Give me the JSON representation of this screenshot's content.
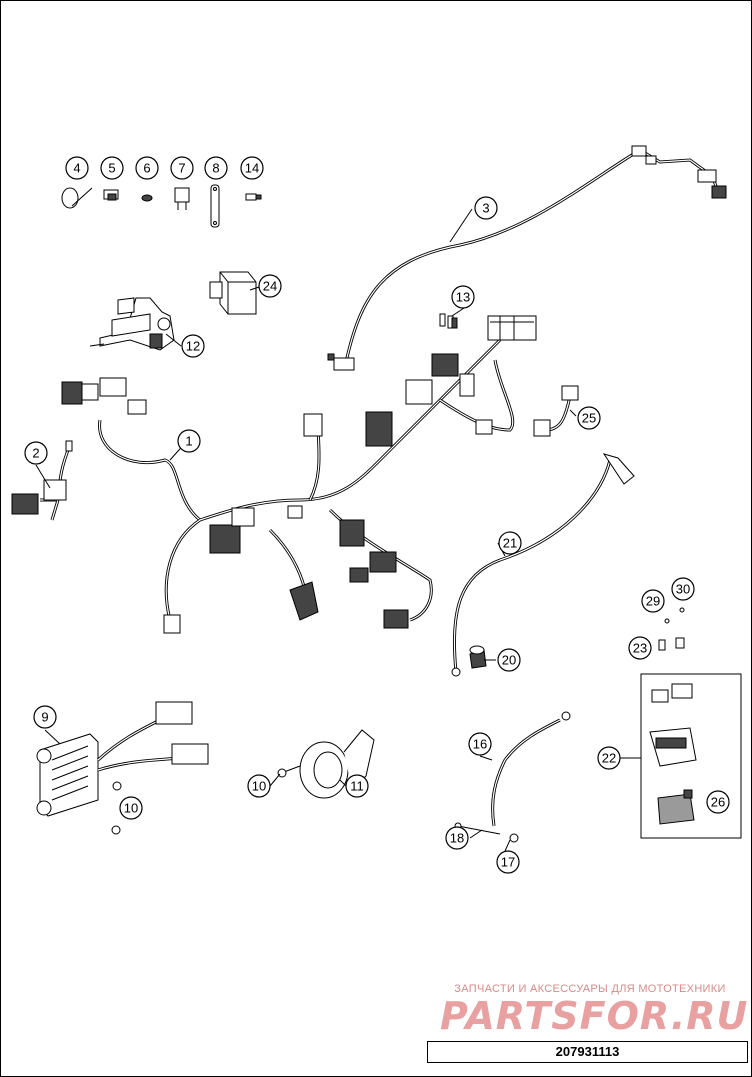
{
  "callouts": [
    "1",
    "2",
    "3",
    "4",
    "5",
    "6",
    "7",
    "8",
    "9",
    "10",
    "10",
    "11",
    "12",
    "13",
    "14",
    "16",
    "17",
    "18",
    "20",
    "21",
    "22",
    "23",
    "24",
    "25",
    "26",
    "29",
    "30"
  ],
  "watermark": {
    "subtitle": "ЗАПЧАСТИ И АКСЕССУАРЫ ДЛЯ МОТОТЕХНИКИ",
    "logo": "PARTSFOR.RU"
  },
  "part_number": "207931113",
  "colors": {
    "line": "#000000",
    "background": "#ffffff",
    "watermark": "#e8a0a0"
  }
}
